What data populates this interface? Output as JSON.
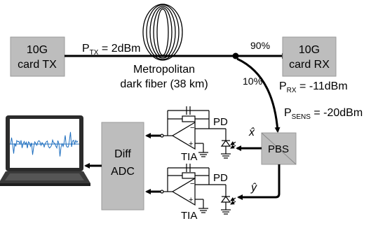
{
  "blocks": {
    "tx": [
      "10G",
      "card TX"
    ],
    "rx": [
      "10G",
      "card RX"
    ],
    "adc": [
      "Diff",
      "ADC"
    ],
    "pbs": "PBS"
  },
  "fiber": [
    "Metropolitan",
    "dark fiber (38 km)"
  ],
  "split": {
    "high": "90%",
    "low": "10%"
  },
  "power": {
    "tx": {
      "sym": "P",
      "sub": "TX",
      "val": " = 2dBm"
    },
    "rx": {
      "sym": "P",
      "sub": "RX",
      "val": " = -11dBm"
    },
    "sens": {
      "sym": "P",
      "sub": "SENS",
      "val": " = -20dBm"
    }
  },
  "detectors": {
    "pd": "PD",
    "tia": "TIA",
    "x_pol": "x̂",
    "y_pol": "ŷ"
  },
  "colors": {
    "block_fill": "#bdbdbd",
    "trace": "#1f6fbf",
    "laptop": "#2b2b2b"
  },
  "icons": [
    "fiber-coil-icon",
    "laptop-icon",
    "photodiode-icon",
    "op-amp-icon",
    "ground-icon"
  ]
}
